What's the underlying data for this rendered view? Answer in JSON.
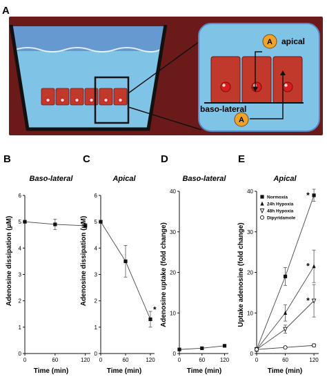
{
  "panel_labels": {
    "a": "A",
    "b": "B",
    "c": "C",
    "d": "D",
    "e": "E"
  },
  "schematic": {
    "apical_label": "apical",
    "basolateral_label": "baso-lateral",
    "token": "A",
    "colors": {
      "border": "#6b1a1a",
      "medium": "#7fc3e6",
      "cell": "#c0392b",
      "nucleus": "#d91c1c"
    }
  },
  "chart_data": [
    {
      "id": "B",
      "type": "line",
      "title": "Baso-lateral",
      "xlabel": "Time (min)",
      "ylabel": "Adenosine dissipation (μM)",
      "xlim": [
        0,
        130
      ],
      "ylim": [
        0,
        6
      ],
      "xticks": [
        0,
        60,
        120
      ],
      "yticks": [
        0,
        1,
        2,
        3,
        4,
        5,
        6
      ],
      "series": [
        {
          "marker": "square",
          "x": [
            0,
            60,
            120
          ],
          "y": [
            5.0,
            4.9,
            4.85
          ],
          "err": [
            0.05,
            0.2,
            0.08
          ],
          "stars": []
        }
      ]
    },
    {
      "id": "C",
      "type": "line",
      "title": "Apical",
      "xlabel": "Time (min)",
      "ylabel": "Adenosine dissipation (μM)",
      "xlim": [
        0,
        130
      ],
      "ylim": [
        0,
        6
      ],
      "xticks": [
        0,
        60,
        120
      ],
      "yticks": [
        0,
        1,
        2,
        3,
        4,
        5,
        6
      ],
      "series": [
        {
          "marker": "square",
          "x": [
            0,
            60,
            120
          ],
          "y": [
            5.0,
            3.5,
            1.3
          ],
          "err": [
            0.05,
            0.6,
            0.3
          ],
          "stars": [
            2
          ]
        }
      ]
    },
    {
      "id": "D",
      "type": "line",
      "title": "Baso-lateral",
      "xlabel": "Time (min)",
      "ylabel": "Adenosine uptake (fold change)",
      "xlim": [
        0,
        130
      ],
      "ylim": [
        0,
        40
      ],
      "xticks": [
        0,
        60,
        120
      ],
      "yticks": [
        0,
        10,
        20,
        30,
        40
      ],
      "series": [
        {
          "marker": "square",
          "x": [
            0,
            60,
            120
          ],
          "y": [
            1.0,
            1.3,
            1.9
          ],
          "err": [
            0.1,
            0.1,
            0.1
          ],
          "stars": []
        }
      ]
    },
    {
      "id": "E",
      "type": "line",
      "title": "Apical",
      "xlabel": "Time (min)",
      "ylabel": "Uptake adenosine (fold change)",
      "xlim": [
        0,
        130
      ],
      "ylim": [
        0,
        40
      ],
      "xticks": [
        0,
        60,
        120
      ],
      "yticks": [
        0,
        10,
        20,
        30,
        40
      ],
      "series": [
        {
          "name": "Normoxia",
          "marker": "square",
          "x": [
            0,
            60,
            120
          ],
          "y": [
            1.0,
            19.0,
            39.0
          ],
          "err": [
            0.5,
            2.2,
            1.5
          ],
          "stars": [
            2
          ]
        },
        {
          "name": "24h Hypoxia",
          "marker": "triangle",
          "x": [
            0,
            60,
            120
          ],
          "y": [
            1.0,
            10.0,
            21.5
          ],
          "err": [
            0.5,
            2.0,
            4.0
          ],
          "stars": [
            2
          ]
        },
        {
          "name": "48h Hypoxia",
          "marker": "triangle-down",
          "x": [
            0,
            60,
            120
          ],
          "y": [
            1.0,
            6.0,
            13.0
          ],
          "err": [
            0.5,
            1.0,
            4.0
          ],
          "stars": [
            2
          ]
        },
        {
          "name": "Dipyridamole",
          "marker": "circle",
          "x": [
            0,
            60,
            120
          ],
          "y": [
            1.0,
            1.5,
            2.0
          ],
          "err": [
            0.2,
            0.3,
            0.4
          ],
          "stars": []
        }
      ]
    }
  ]
}
